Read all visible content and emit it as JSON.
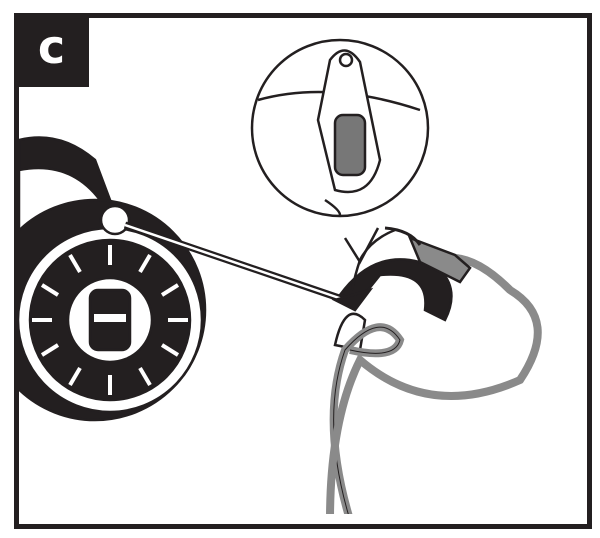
{
  "step": {
    "label": "c"
  },
  "colors": {
    "ink": "#231f20",
    "hose": "#8a8a8a",
    "background": "#ffffff"
  },
  "icons": [
    "rotate-arrow-icon",
    "hose-hook-callout",
    "hose-reel-unit"
  ]
}
